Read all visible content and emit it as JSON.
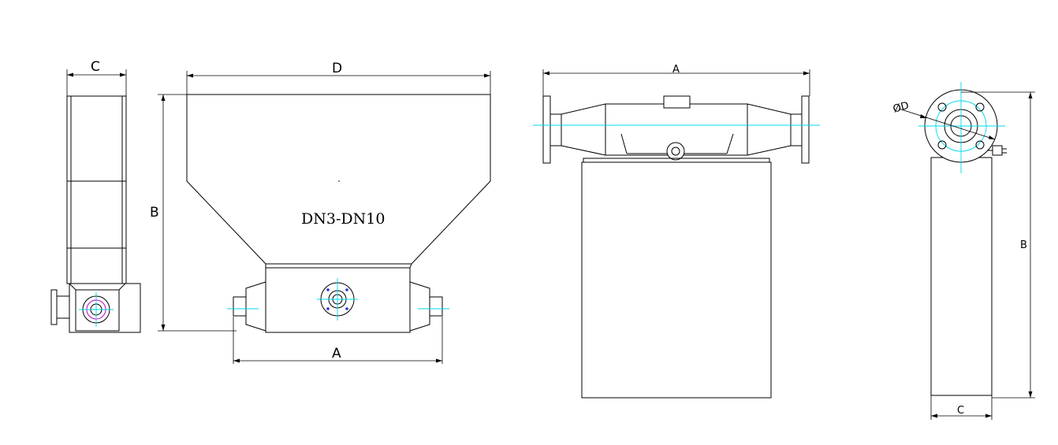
{
  "drawing": {
    "model_range": "DN3-DN10",
    "view1_dims": {
      "c": "C"
    },
    "view2_dims": {
      "d": "D",
      "b": "B",
      "a": "A"
    },
    "view3_dims": {
      "a": "A"
    },
    "view4_dims": {
      "flange_dia": "ØD",
      "b": "B",
      "c": "C"
    },
    "colors": {
      "line": "#000000",
      "centerline": "#00d8e8",
      "bolt_blue": "#3030d0",
      "bolt_magenta": "#d020d0"
    }
  }
}
